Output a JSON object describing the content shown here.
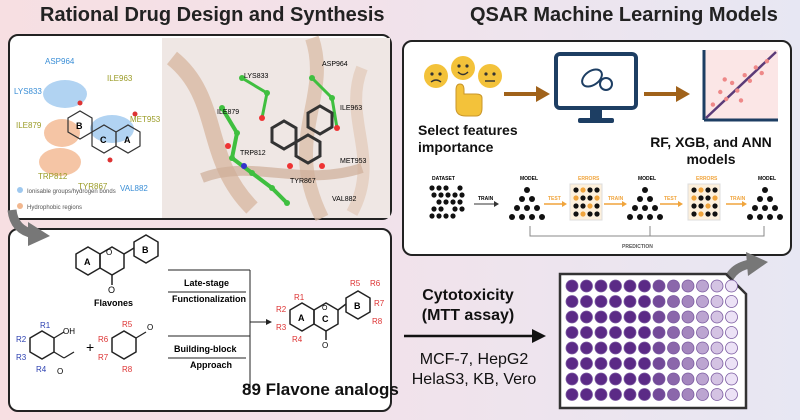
{
  "headers": {
    "left": "Rational Drug Design and Synthesis",
    "right": "QSAR Machine Learning Models"
  },
  "binding_map": {
    "residues": [
      "ASP964",
      "LYS833",
      "ILE963",
      "ILE879",
      "MET953",
      "TRP812",
      "TYR867",
      "VAL882"
    ],
    "ring_labels": [
      "A",
      "B",
      "C"
    ],
    "legend": [
      "Ionisable groups/hydrogen bonds",
      "Hydrophobic regions"
    ]
  },
  "protein_view": {
    "residues": [
      "LYS833",
      "ASP964",
      "ILE879",
      "ILE963",
      "TRP812",
      "MET953",
      "TYR867",
      "VAL882"
    ]
  },
  "qsar": {
    "select_features": "Select features importance",
    "models": "RF, XGB, and ANN models",
    "workflow": {
      "dataset": "DATASET",
      "train": "TRAIN",
      "model": "MODEL",
      "test": "TEST",
      "errors": "ERRORS",
      "prediction": "PREDICTION"
    },
    "scatter_points": [
      [
        0.12,
        0.78
      ],
      [
        0.22,
        0.6
      ],
      [
        0.3,
        0.7
      ],
      [
        0.38,
        0.47
      ],
      [
        0.45,
        0.58
      ],
      [
        0.55,
        0.36
      ],
      [
        0.62,
        0.44
      ],
      [
        0.7,
        0.25
      ],
      [
        0.78,
        0.33
      ],
      [
        0.85,
        0.16
      ],
      [
        0.28,
        0.42
      ],
      [
        0.5,
        0.72
      ]
    ]
  },
  "synthesis": {
    "flavones": "Flavones",
    "late_stage": "Late-stage",
    "functionalization": "Functionalization",
    "building_block": "Building-block",
    "approach": "Approach",
    "analogs": "89 Flavone analogs",
    "ring_labels": [
      "A",
      "B",
      "C"
    ],
    "substituents": [
      "R1",
      "R2",
      "R3",
      "R4",
      "R5",
      "R6",
      "R7",
      "R8"
    ]
  },
  "assay": {
    "title_line1": "Cytotoxicity",
    "title_line2": "(MTT assay)",
    "cells_line1": "MCF-7, HepG2",
    "cells_line2": "HelaS3, KB, Vero"
  },
  "colors": {
    "purple_dark": "#5b2a86",
    "purple_light": "#d9c9ee",
    "orange": "#f0a43c",
    "brown_arrow": "#a0621a",
    "ring_red": "#e05a3f",
    "substituent_blue": "#2a3fb0",
    "substituent_red": "#d33"
  }
}
